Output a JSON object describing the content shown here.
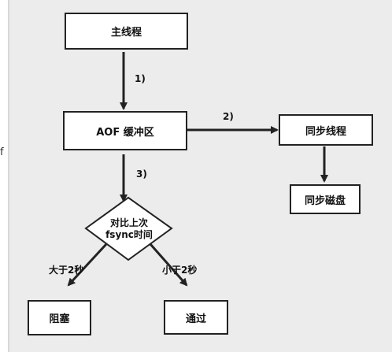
{
  "stray_text": "f",
  "nodes": {
    "main_thread": "主线程",
    "aof_buffer": "AOF 缓冲区",
    "sync_thread": "同步线程",
    "sync_disk": "同步磁盘",
    "decision_line1": "对比上次",
    "decision_line2": "fsync时间",
    "block": "阻塞",
    "pass": "通过"
  },
  "edges": {
    "step1": "1)",
    "step2": "2)",
    "step3": "3)",
    "greater": "大于2秒",
    "less": "小于2秒"
  }
}
